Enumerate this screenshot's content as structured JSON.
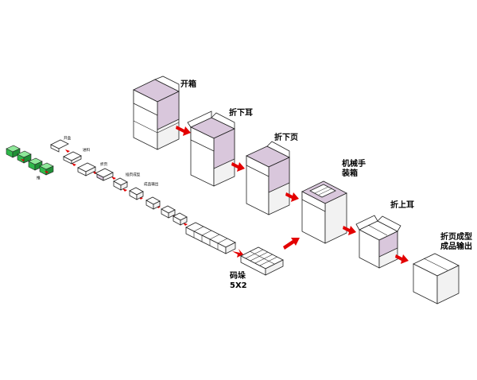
{
  "steps_large": [
    {
      "label": "开箱"
    },
    {
      "label": "折下耳"
    },
    {
      "label": "折下页"
    },
    {
      "label": "机械手\n装箱"
    },
    {
      "label": "折上耳"
    },
    {
      "label": "折页成型\n成品输出"
    }
  ],
  "stacking": {
    "label": "码垛\n5X2"
  },
  "steps_small": [
    {
      "label": "开盒"
    },
    {
      "label": "进料"
    },
    {
      "label": "折页"
    },
    {
      "label": "插页成型"
    },
    {
      "label": "成品输出"
    },
    {
      "label": "推"
    }
  ],
  "colors": {
    "arrow": "#e30000",
    "box_inner": "#d9c7dc",
    "green_product": "#2fb84a"
  }
}
